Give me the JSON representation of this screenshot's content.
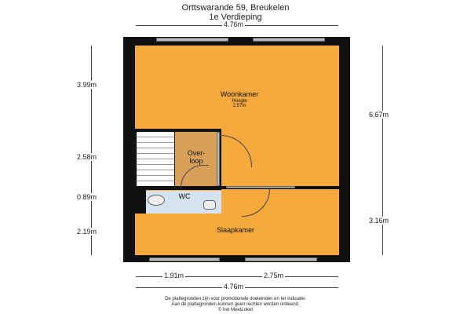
{
  "header": {
    "address": "Orttswarande 59, Breukelen",
    "floor": "1e Verdieping"
  },
  "dimensions": {
    "top_width": "4.76m",
    "left": [
      "3.99m",
      "2.58m",
      "0.89m",
      "2.19m"
    ],
    "right": [
      "6.67m",
      "3.16m"
    ],
    "bottom_parts": [
      "1.91m",
      "2.75m"
    ],
    "bottom_total": "4.76m"
  },
  "rooms": {
    "woonkamer": {
      "name": "Woonkamer",
      "height_label": "Hoogte",
      "height_value": "2.57m"
    },
    "overloop": {
      "name_line1": "Over-",
      "name_line2": "loop"
    },
    "wc": {
      "name": "WC"
    },
    "slaapkamer": {
      "name": "Slaapkamer"
    }
  },
  "colors": {
    "room": "#F6A93C",
    "overloop": "#D9A05A",
    "wc": "#D5E2EF",
    "wall": "#111111"
  },
  "footer": {
    "line1": "De plattegronden zijn voor promotionele doeleinden en ter indicatie.",
    "line2": "Aan de plattegronden kunnen geen rechten worden ontleend.",
    "line3": "© het MeetLoket"
  }
}
